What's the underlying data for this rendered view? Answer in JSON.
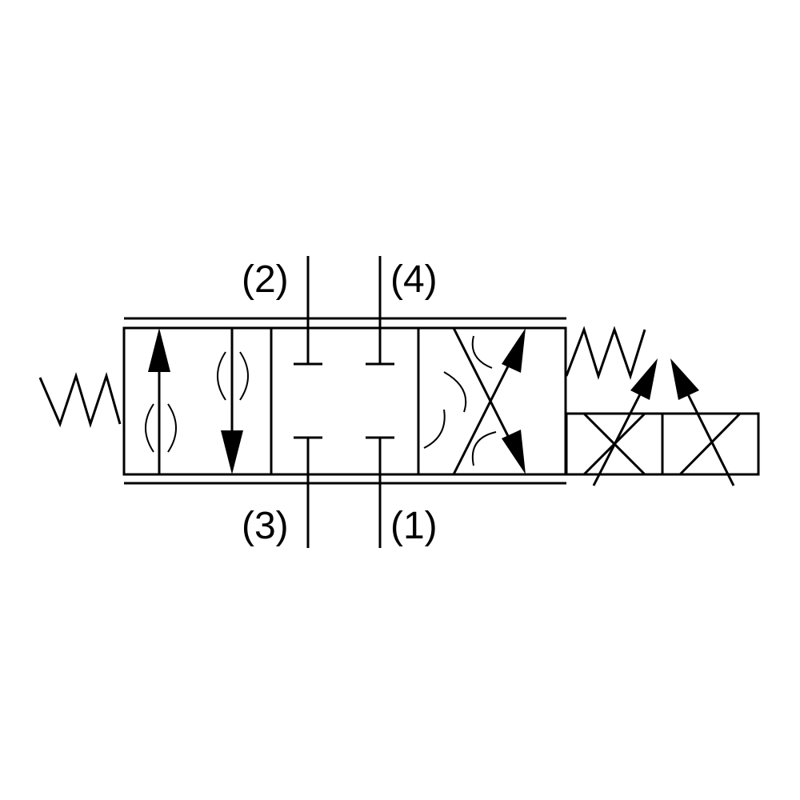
{
  "diagram": {
    "ports": {
      "top_left": "(2)",
      "top_right": "(4)",
      "bottom_left": "(3)",
      "bottom_right": "(1)"
    },
    "colors": {
      "line": "#000000",
      "background": "#ffffff"
    }
  }
}
